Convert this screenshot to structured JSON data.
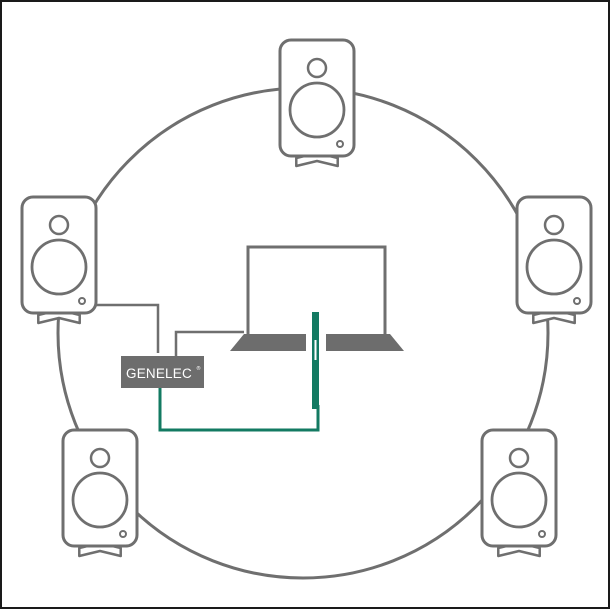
{
  "colors": {
    "line": "#6f6f6f",
    "speaker_fill": "#ffffff",
    "cable_green": "#137a62",
    "interface_fill": "#6d6d6d",
    "border": "#1a1a1a"
  },
  "interface": {
    "brand": "GENELEC",
    "mark": "®"
  },
  "speakers": [
    {
      "name": "speaker-top-center"
    },
    {
      "name": "speaker-left"
    },
    {
      "name": "speaker-right"
    },
    {
      "name": "speaker-bottom-left"
    },
    {
      "name": "speaker-bottom-right"
    }
  ]
}
